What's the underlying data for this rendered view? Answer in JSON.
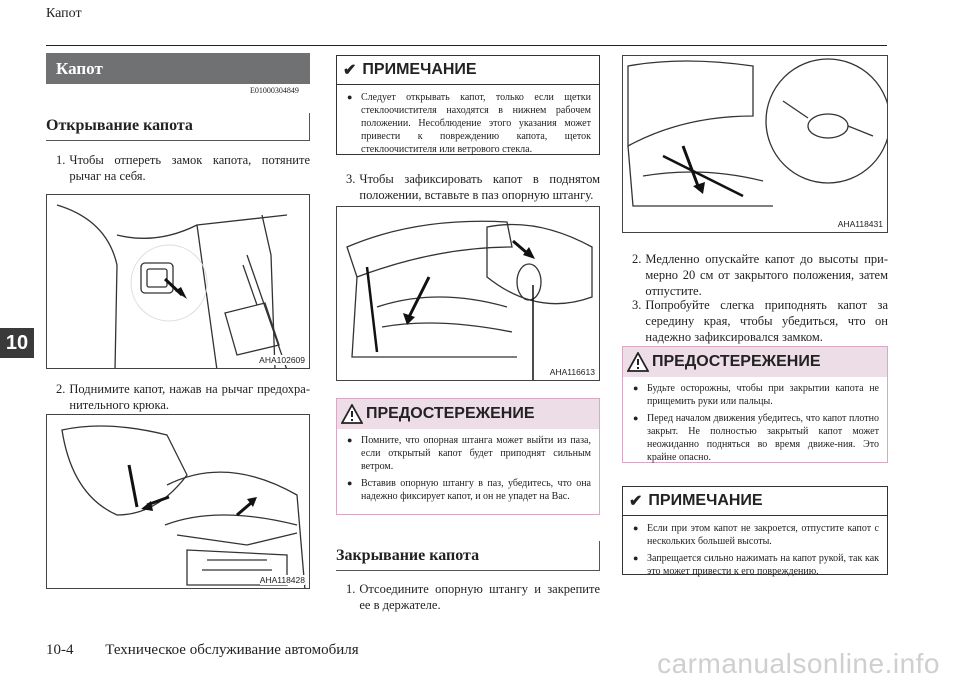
{
  "header": {
    "title": "Капот"
  },
  "section_title": "Капот",
  "doc_code": "E01000304849",
  "chapter_tab": "10",
  "left": {
    "subhead": "Открывание капота",
    "step1": {
      "num": "1.",
      "text": "Чтобы отпереть замок капота, потяните рычаг на себя."
    },
    "fig1_label": "AHA102609",
    "step2": {
      "num": "2.",
      "text": "Поднимите капот, нажав на рычаг предохра-нительного крюка."
    },
    "fig2_label": "AHA118428"
  },
  "middle": {
    "note": {
      "title": "ПРИМЕЧАНИЕ",
      "items": [
        "Следует открывать капот, только если щетки стеклоочистителя находятся в нижнем рабочем положении. Несоблюдение этого указания может привести к повреждению капота, щеток стеклоочистителя или ветрового стекла."
      ]
    },
    "step3": {
      "num": "3.",
      "text": "Чтобы зафиксировать капот в поднятом положении, вставьте в паз опорную штангу."
    },
    "fig3_label": "AHA116613",
    "warning": {
      "title": "ПРЕДОСТЕРЕЖЕНИЕ",
      "items": [
        "Помните, что опорная штанга может выйти из паза, если открытый капот будет приподнят сильным ветром.",
        "Вставив опорную штангу в паз, убедитесь, что она надежно фиксирует капот, и он не упадет на Вас."
      ]
    },
    "subhead": "Закрывание капота",
    "close_step1": {
      "num": "1.",
      "text": "Отсоедините опорную штангу и закрепите ее в держателе."
    }
  },
  "right": {
    "fig4_label": "AHA118431",
    "step2": {
      "num": "2.",
      "text": "Медленно опускайте капот до высоты при-мерно 20 см от закрытого положения, затем отпустите."
    },
    "step3": {
      "num": "3.",
      "text": "Попробуйте слегка приподнять капот за середину края, чтобы убедиться, что он надежно зафиксировался замком."
    },
    "warning": {
      "title": "ПРЕДОСТЕРЕЖЕНИЕ",
      "items": [
        "Будьте осторожны, чтобы при закрытии капота не прищемить руки или пальцы.",
        "Перед началом движения убедитесь, что капот плотно закрыт. Не полностью закрытый капот может неожиданно подняться во время движе-ния. Это крайне опасно."
      ]
    },
    "note": {
      "title": "ПРИМЕЧАНИЕ",
      "items": [
        "Если при этом капот не закроется, отпустите капот с нескольких большей высоты.",
        "Запрещается сильно нажимать на капот рукой, так как это может привести к его повреждению."
      ]
    }
  },
  "footer": {
    "page": "10-4",
    "title": "Техническое обслуживание автомобиля"
  },
  "watermark": "carmanualsonline.info",
  "colors": {
    "section_bar": "#6f7173",
    "warning_bg": "#eddde7",
    "warning_border": "#d8a9c4",
    "tab": "#3a3a3a"
  }
}
